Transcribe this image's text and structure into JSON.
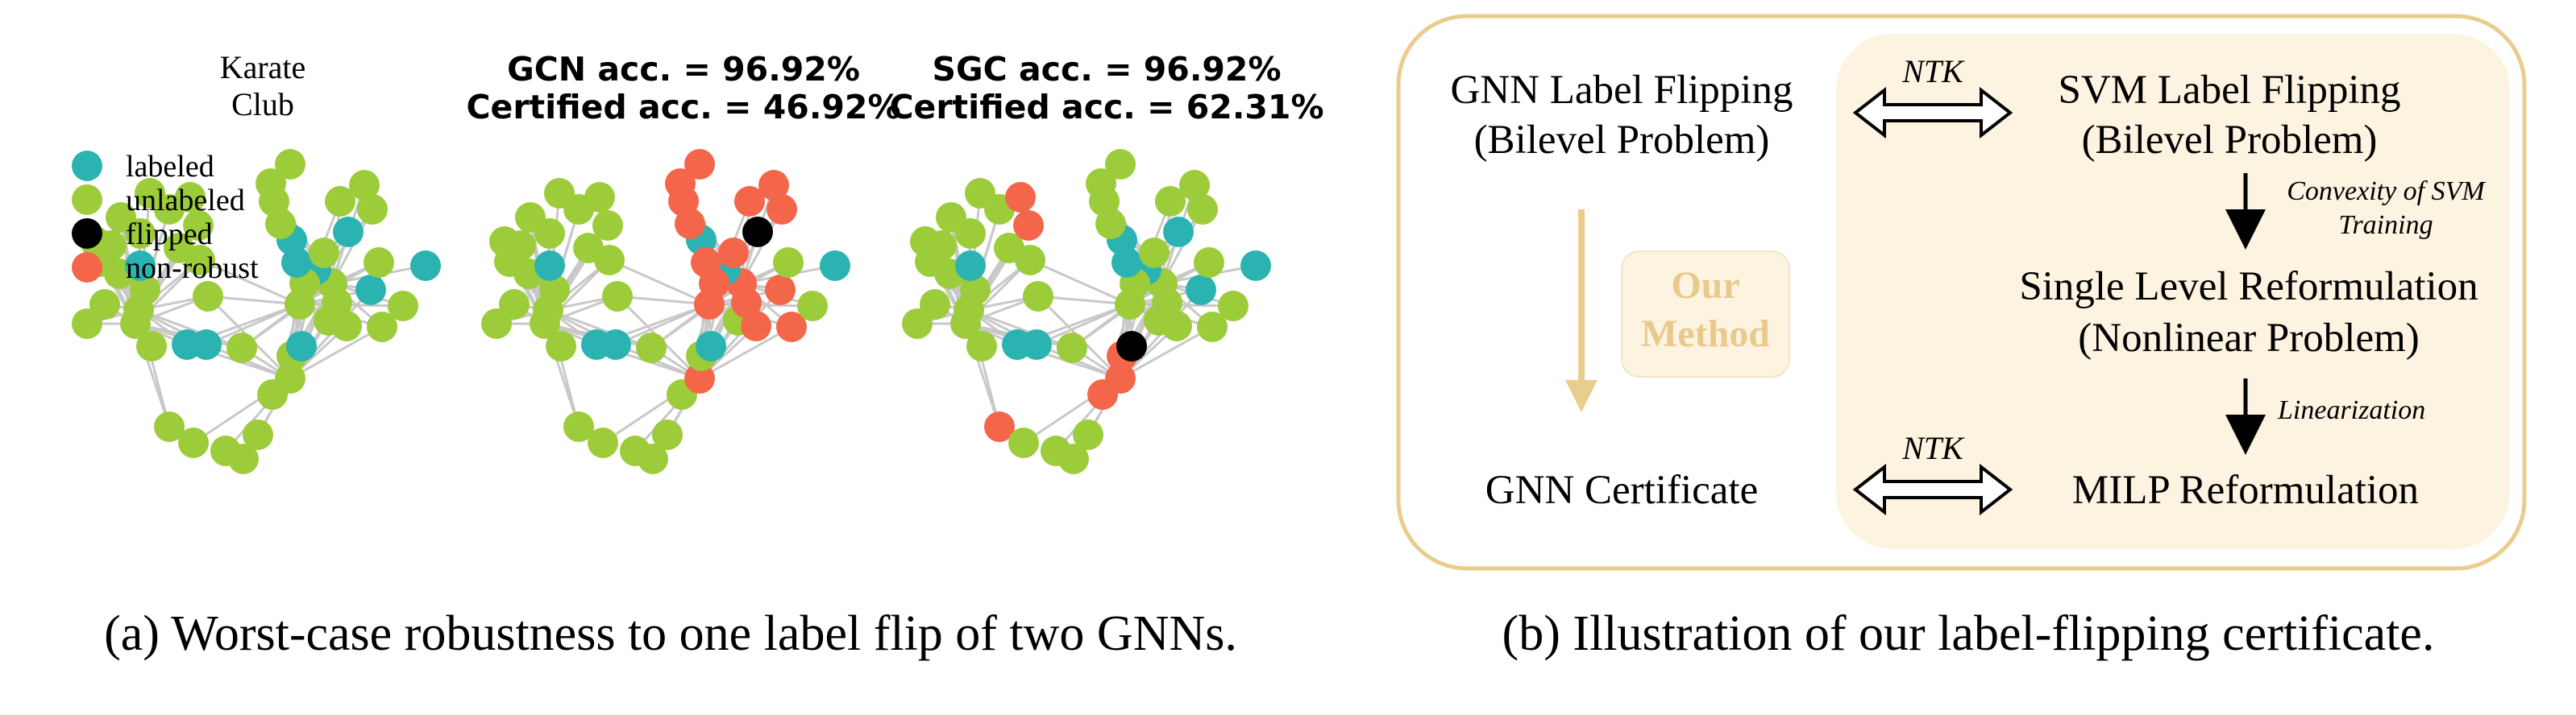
{
  "panel_a": {
    "karate_title": [
      "Karate",
      "Club"
    ],
    "legend": [
      {
        "label": "labeled",
        "color": "#2bb3b1"
      },
      {
        "label": "unlabeled",
        "color": "#9ccc3a"
      },
      {
        "label": "flipped",
        "color": "#000000"
      },
      {
        "label": "non-robust",
        "color": "#f4664a"
      }
    ],
    "graphs": [
      {
        "line1": "",
        "line2": ""
      },
      {
        "line1": "GCN acc. = 96.92%",
        "line2": "Certified acc. = 46.92%"
      },
      {
        "line1": "SGC acc. = 96.92%",
        "line2": "Certified acc. = 62.31%"
      }
    ],
    "caption": "(a) Worst-case robustness to one label flip of two GNNs."
  },
  "panel_b": {
    "gnn_flip": [
      "GNN Label Flipping",
      "(Bilevel Problem)"
    ],
    "svm_flip": [
      "SVM Label Flipping",
      "(Bilevel Problem)"
    ],
    "single_level": [
      "Single Level Reformulation",
      "(Nonlinear Problem)"
    ],
    "gnn_cert": "GNN Certificate",
    "milp": "MILP Reformulation",
    "ntk_top": "NTK",
    "ntk_bottom": "NTK",
    "convexity": [
      "Convexity of SVM",
      "Training"
    ],
    "linearization": "Linearization",
    "our_method": [
      "Our",
      "Method"
    ],
    "caption": "(b) Illustration of our label-flipping certificate."
  },
  "colors": {
    "labeled": "#2bb3b1",
    "unlabeled": "#9ccc3a",
    "flipped": "#000000",
    "nonrobust": "#f4664a",
    "frame": "#e8cd8c",
    "inner_fill": "#fdf3e1",
    "our_method_text": "#e9c98c",
    "edge": "#c8c8c8"
  }
}
